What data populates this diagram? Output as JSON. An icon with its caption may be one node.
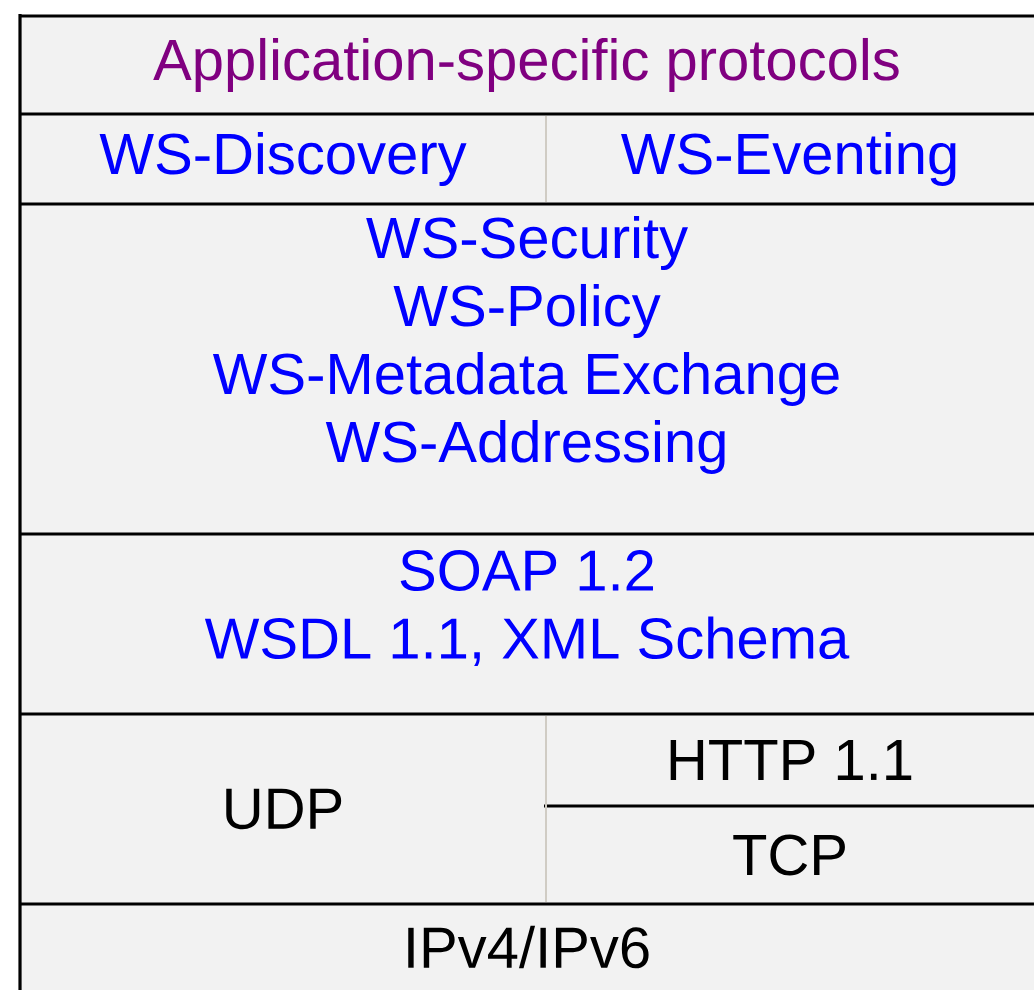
{
  "diagram": {
    "nodes": [
      {
        "text": [
          "Application-specific protocols"
        ]
      },
      {
        "text": [
          "WS-Discovery"
        ]
      },
      {
        "text": [
          "WS-Eventing"
        ]
      },
      {
        "text": [
          "WS-Security",
          "WS-Policy",
          "WS-Metadata Exchange",
          "WS-Addressing"
        ]
      },
      {
        "text": [
          "SOAP 1.2",
          "WSDL 1.1, XML Schema"
        ]
      },
      {
        "text": [
          "UDP"
        ]
      },
      {
        "text": [
          "HTTP 1.1"
        ]
      },
      {
        "text": [
          "TCP"
        ]
      },
      {
        "text": [
          "IPv4/IPv6"
        ]
      }
    ]
  }
}
